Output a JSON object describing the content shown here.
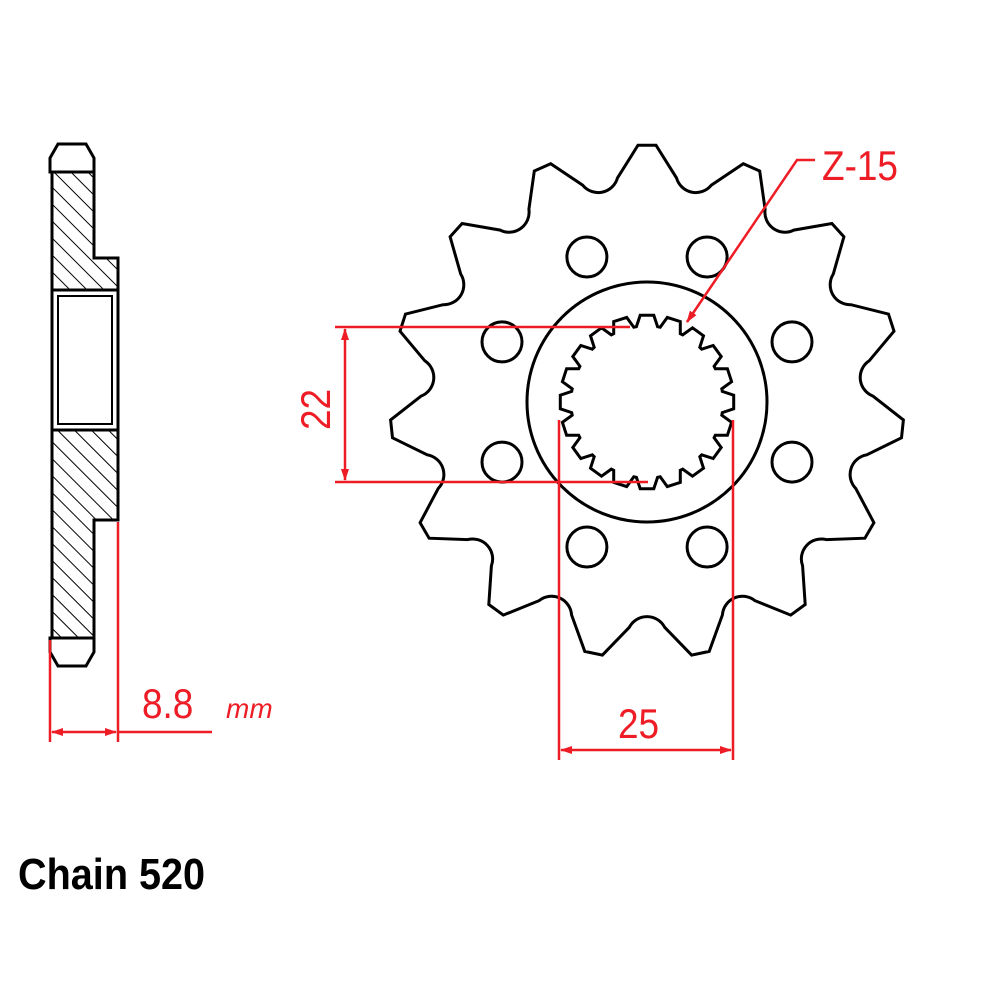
{
  "title": "Chain 520",
  "dimensions": {
    "teeth_label": "Z-15",
    "spline_height": "22",
    "spline_width": "25",
    "thickness_value": "8.8",
    "thickness_unit": "mm"
  },
  "colors": {
    "outline": "#000000",
    "dimension": "#ee1c25",
    "background": "#ffffff"
  }
}
